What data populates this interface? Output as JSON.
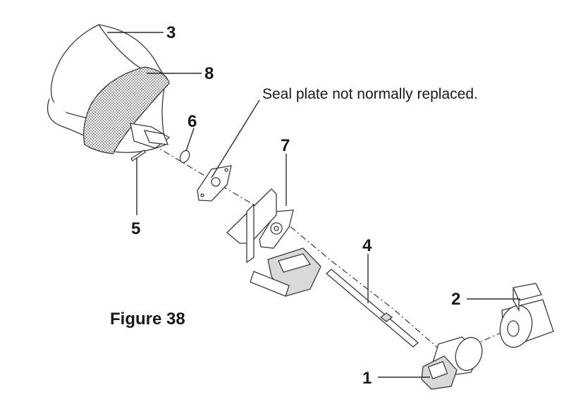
{
  "figure": {
    "caption": "Figure 38",
    "note": "Seal plate not normally replaced.",
    "callouts": {
      "c1": "1",
      "c2": "2",
      "c3": "3",
      "c4": "4",
      "c5": "5",
      "c6": "6",
      "c7": "7",
      "c8": "8"
    }
  }
}
